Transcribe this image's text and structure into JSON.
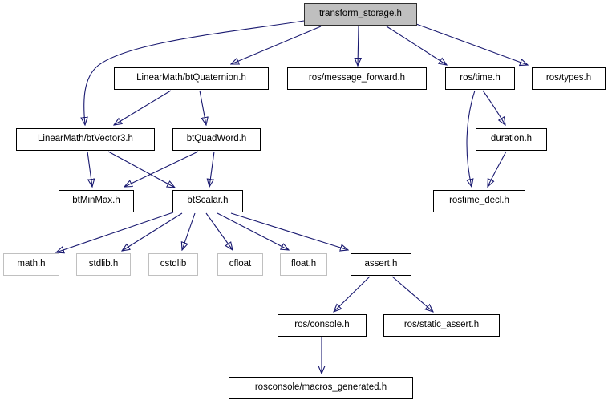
{
  "graph": {
    "type": "include-dependency-graph",
    "root": "transform_storage.h",
    "colors": {
      "edge": "#191970",
      "highlight_node_fill": "#bfbfbf",
      "node_fill": "#ffffff",
      "node_border": "#000000",
      "external_leaf_border": "#c0c0c0",
      "text": "#000000"
    },
    "nodes": [
      {
        "id": "transform_storage",
        "label": "transform_storage.h",
        "highlighted": true
      },
      {
        "id": "btquaternion",
        "label": "LinearMath/btQuaternion.h",
        "highlighted": false
      },
      {
        "id": "message_forward",
        "label": "ros/message_forward.h",
        "highlighted": false
      },
      {
        "id": "ros_time",
        "label": "ros/time.h",
        "highlighted": false
      },
      {
        "id": "ros_types",
        "label": "ros/types.h",
        "highlighted": false
      },
      {
        "id": "btvector3",
        "label": "LinearMath/btVector3.h",
        "highlighted": false
      },
      {
        "id": "btquadword",
        "label": "btQuadWord.h",
        "highlighted": false
      },
      {
        "id": "duration",
        "label": "duration.h",
        "highlighted": false
      },
      {
        "id": "btminmax",
        "label": "btMinMax.h",
        "highlighted": false
      },
      {
        "id": "btscalar",
        "label": "btScalar.h",
        "highlighted": false
      },
      {
        "id": "rostime_decl",
        "label": "rostime_decl.h",
        "highlighted": false
      },
      {
        "id": "math",
        "label": "math.h",
        "highlighted": false
      },
      {
        "id": "stdlib",
        "label": "stdlib.h",
        "highlighted": false
      },
      {
        "id": "cstdlib",
        "label": "cstdlib",
        "highlighted": false
      },
      {
        "id": "cfloat",
        "label": "cfloat",
        "highlighted": false
      },
      {
        "id": "float",
        "label": "float.h",
        "highlighted": false
      },
      {
        "id": "assert",
        "label": "assert.h",
        "highlighted": false
      },
      {
        "id": "ros_console",
        "label": "ros/console.h",
        "highlighted": false
      },
      {
        "id": "ros_static_assert",
        "label": "ros/static_assert.h",
        "highlighted": false
      },
      {
        "id": "macros_generated",
        "label": "rosconsole/macros_generated.h",
        "highlighted": false
      }
    ],
    "edges": [
      {
        "from": "transform_storage.h",
        "to": "LinearMath/btQuaternion.h"
      },
      {
        "from": "transform_storage.h",
        "to": "LinearMath/btVector3.h"
      },
      {
        "from": "transform_storage.h",
        "to": "ros/message_forward.h"
      },
      {
        "from": "transform_storage.h",
        "to": "ros/time.h"
      },
      {
        "from": "transform_storage.h",
        "to": "ros/types.h"
      },
      {
        "from": "LinearMath/btQuaternion.h",
        "to": "LinearMath/btVector3.h"
      },
      {
        "from": "LinearMath/btQuaternion.h",
        "to": "btQuadWord.h"
      },
      {
        "from": "LinearMath/btVector3.h",
        "to": "btMinMax.h"
      },
      {
        "from": "LinearMath/btVector3.h",
        "to": "btScalar.h"
      },
      {
        "from": "btQuadWord.h",
        "to": "btMinMax.h"
      },
      {
        "from": "btQuadWord.h",
        "to": "btScalar.h"
      },
      {
        "from": "btScalar.h",
        "to": "math.h"
      },
      {
        "from": "btScalar.h",
        "to": "stdlib.h"
      },
      {
        "from": "btScalar.h",
        "to": "cstdlib"
      },
      {
        "from": "btScalar.h",
        "to": "cfloat"
      },
      {
        "from": "btScalar.h",
        "to": "float.h"
      },
      {
        "from": "btScalar.h",
        "to": "assert.h"
      },
      {
        "from": "assert.h",
        "to": "ros/console.h"
      },
      {
        "from": "assert.h",
        "to": "ros/static_assert.h"
      },
      {
        "from": "ros/console.h",
        "to": "rosconsole/macros_generated.h"
      },
      {
        "from": "ros/time.h",
        "to": "duration.h"
      },
      {
        "from": "ros/time.h",
        "to": "rostime_decl.h"
      },
      {
        "from": "duration.h",
        "to": "rostime_decl.h"
      }
    ]
  }
}
